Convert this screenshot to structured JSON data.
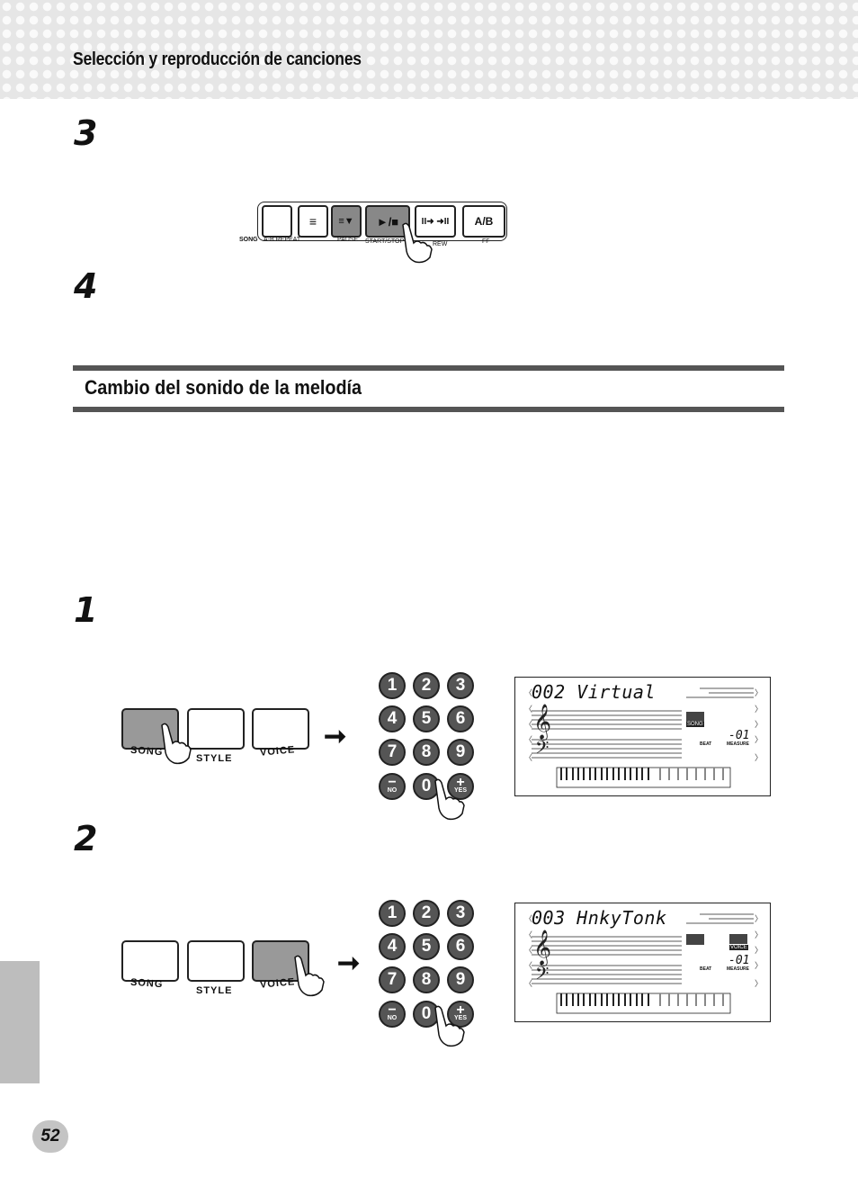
{
  "header": {
    "title": "Selección y reproducción de canciones"
  },
  "steps": {
    "s3": "3",
    "s4": "4",
    "s1": "1",
    "s2": "2"
  },
  "section": {
    "title": "Cambio del sonido de la melodía"
  },
  "transport": {
    "buttons": [
      {
        "label": ""
      },
      {
        "label": "≡"
      },
      {
        "label": "≡▼"
      },
      {
        "label": "►/■"
      },
      {
        "label": "II➜ ➜II"
      },
      {
        "label": "A/B"
      }
    ],
    "labels": {
      "song": "SONG",
      "ab_repeat": "A-B REPEAT",
      "pause": "PAUSE",
      "start_stop": "START/STOP",
      "rew": "REW",
      "ff": "FF"
    }
  },
  "mode_buttons": {
    "song": "SONG",
    "style": "STYLE",
    "voice": "VOICE"
  },
  "keypad": {
    "keys": [
      "1",
      "2",
      "3",
      "4",
      "5",
      "6",
      "7",
      "8",
      "9",
      "−",
      "0",
      "+"
    ],
    "no": "NO",
    "yes": "YES"
  },
  "display1": {
    "title": "002 Virtual",
    "beat": "BEAT",
    "measure": "MEASURE",
    "measure_value": "-01",
    "mode_icon": "SONG"
  },
  "display2": {
    "title": "003 HnkyTonk",
    "beat": "BEAT",
    "measure": "MEASURE",
    "measure_value": "-01",
    "mode_icon": "VOICE"
  },
  "page": {
    "number": "52"
  }
}
